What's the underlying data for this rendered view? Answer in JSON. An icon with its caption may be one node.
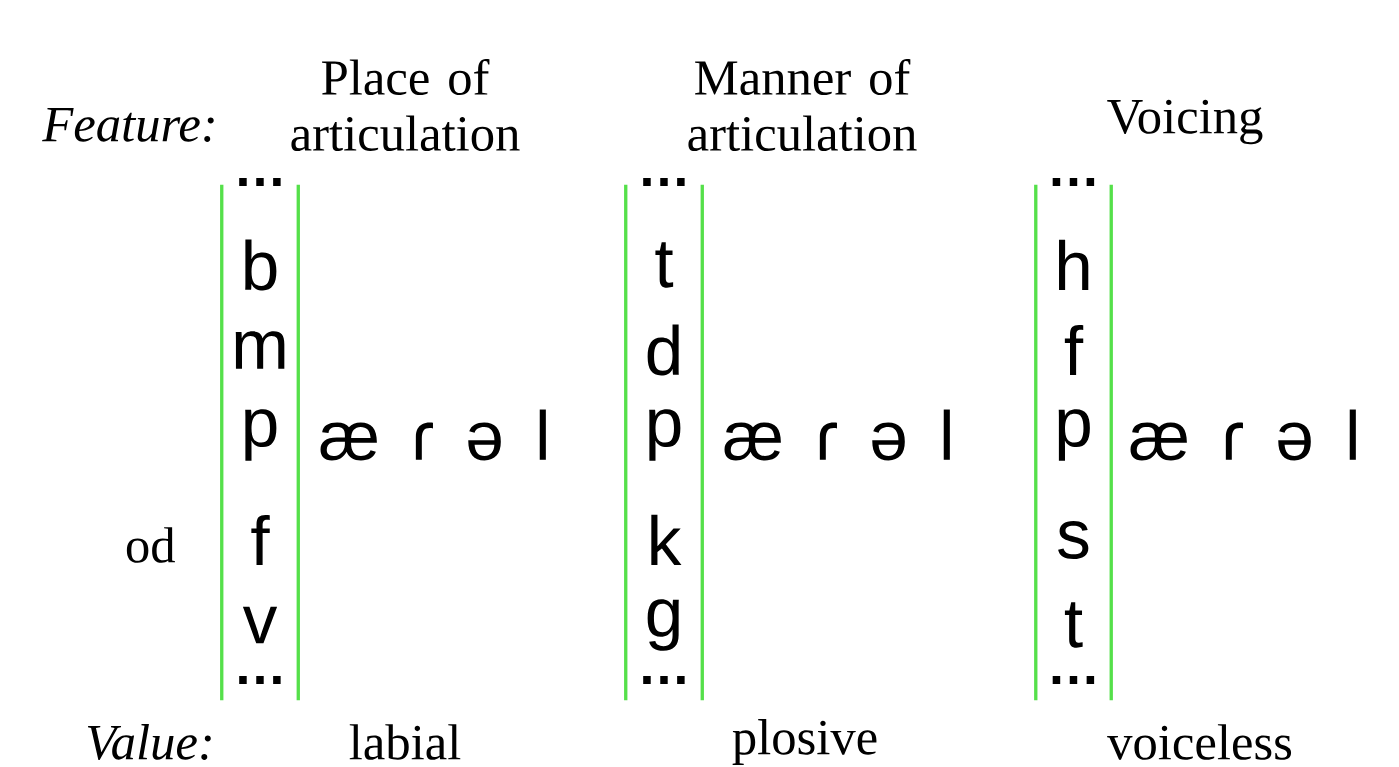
{
  "diagram": {
    "nodes": [
      {
        "text": [
          "…",
          "b",
          "m",
          "p",
          "f",
          "v",
          "…"
        ]
      },
      {
        "text": [
          "…",
          "t",
          "d",
          "p",
          "k",
          "g",
          "…"
        ]
      },
      {
        "text": [
          "…",
          "h",
          "f",
          "p",
          "s",
          "t",
          "…"
        ]
      }
    ],
    "labels": [
      "Feature:",
      "Place of articulation",
      "Manner of articulation",
      "Voicing",
      "æ ɾ ə l",
      "æ ɾ ə l",
      "æ ɾ ə l",
      "od",
      "Value:",
      "labial",
      "plosive",
      "voiceless"
    ]
  }
}
